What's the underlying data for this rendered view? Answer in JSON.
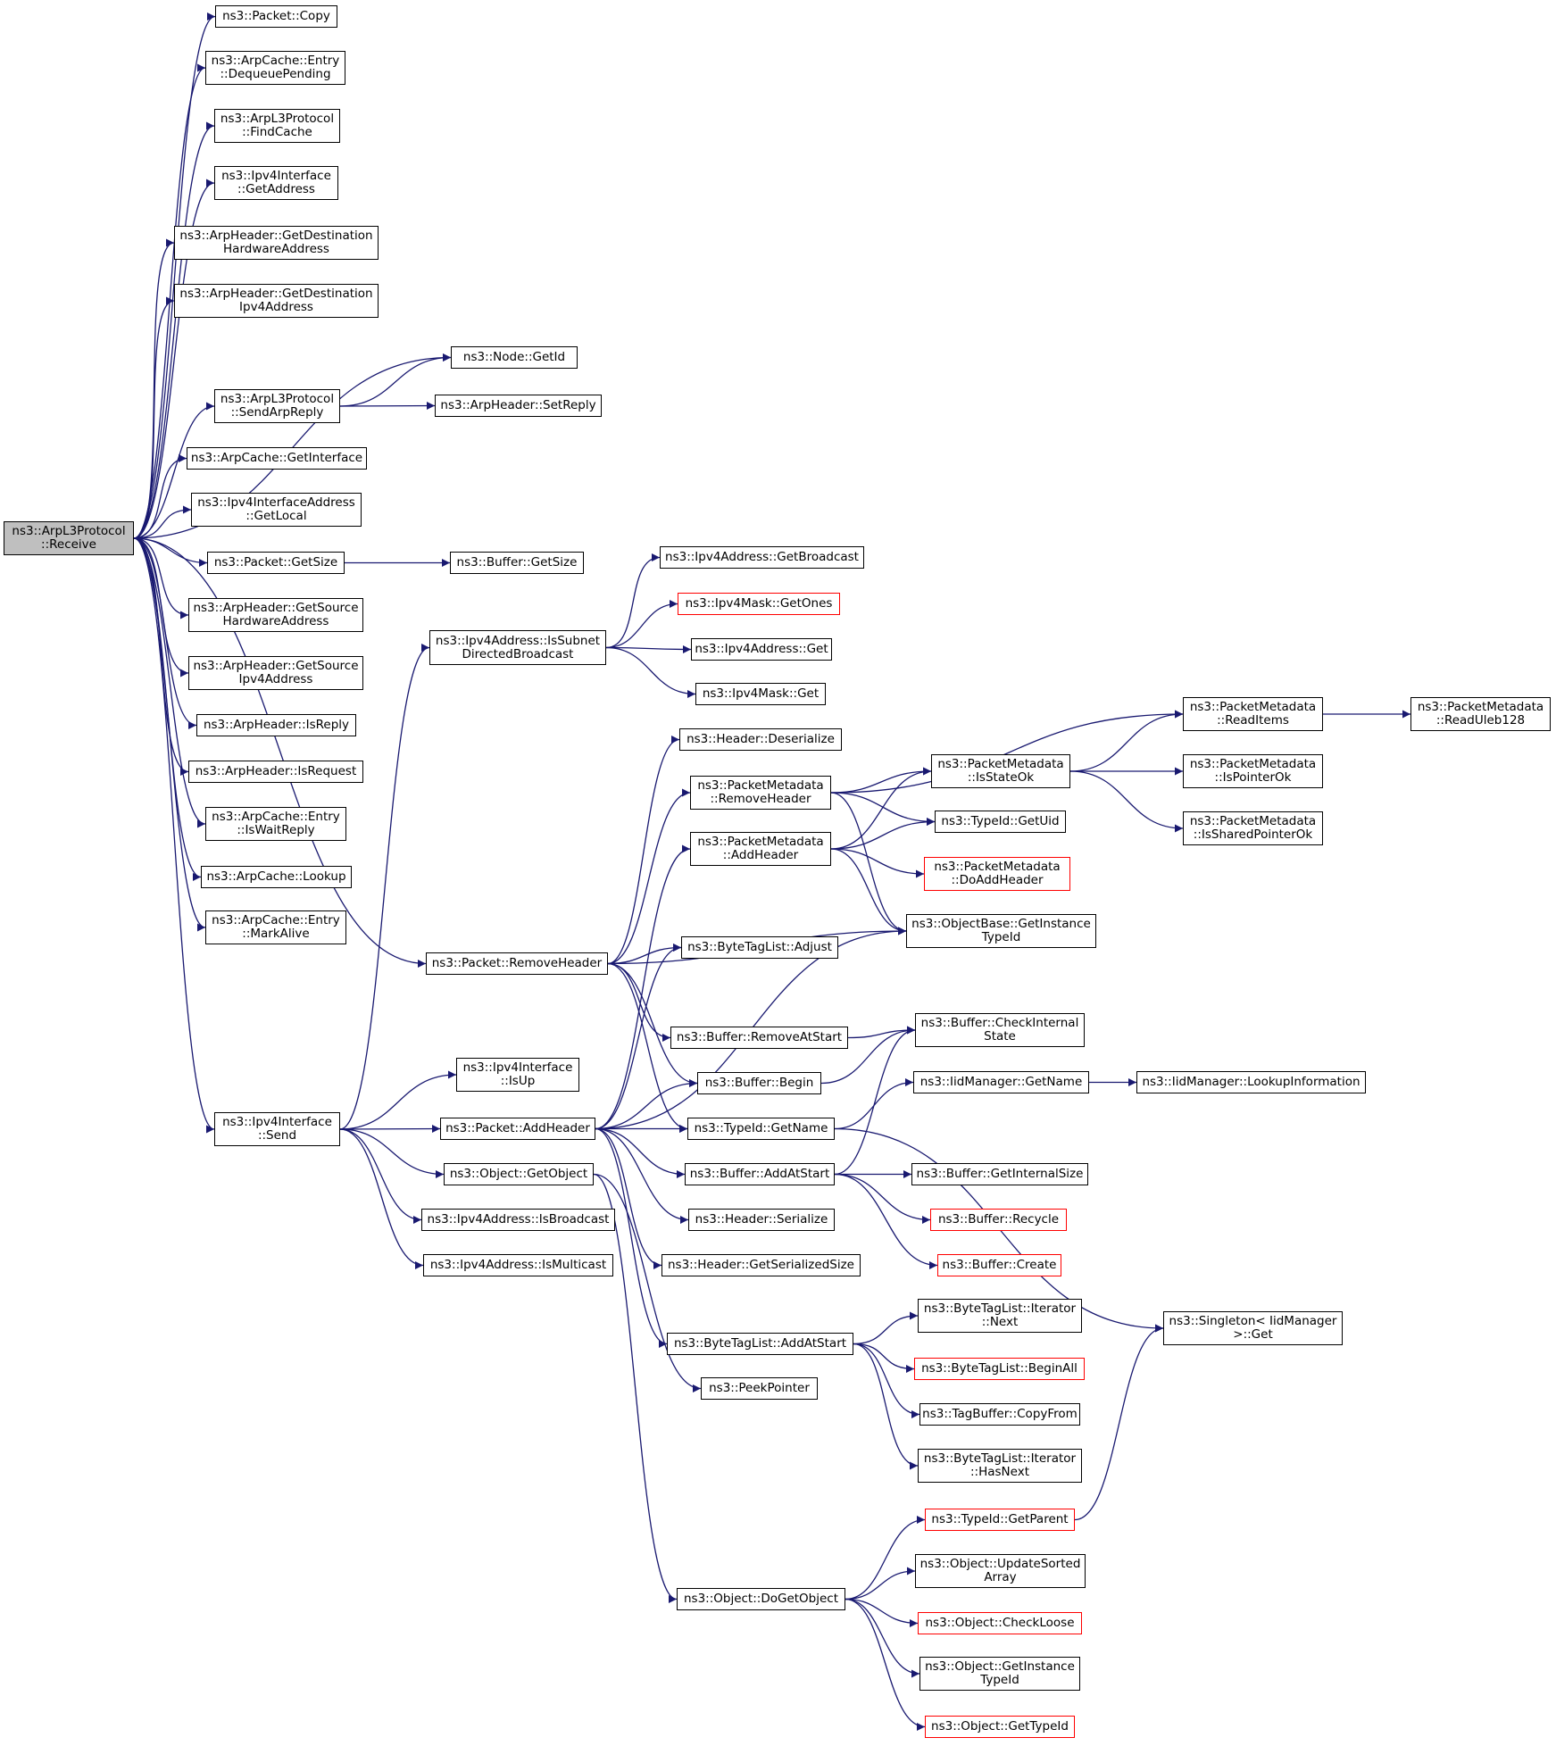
{
  "graph": {
    "edge_color": "#191970",
    "incomplete_border_color": "#ff0000",
    "root_fill_color": "#bfbfbf",
    "nodes": [
      {
        "id": "receive",
        "lines": [
          "ns3::ArpL3Protocol",
          "::Receive"
        ],
        "kind": "root"
      },
      {
        "id": "packet_copy",
        "lines": [
          "ns3::Packet::Copy"
        ]
      },
      {
        "id": "dequeue_pending",
        "lines": [
          "ns3::ArpCache::Entry",
          "::DequeuePending"
        ]
      },
      {
        "id": "find_cache",
        "lines": [
          "ns3::ArpL3Protocol",
          "::FindCache"
        ]
      },
      {
        "id": "ipv4if_getaddress",
        "lines": [
          "ns3::Ipv4Interface",
          "::GetAddress"
        ]
      },
      {
        "id": "get_dest_hw",
        "lines": [
          "ns3::ArpHeader::GetDestination",
          "HardwareAddress"
        ]
      },
      {
        "id": "get_dest_ipv4",
        "lines": [
          "ns3::ArpHeader::GetDestination",
          "Ipv4Address"
        ]
      },
      {
        "id": "node_getid",
        "lines": [
          "ns3::Node::GetId"
        ]
      },
      {
        "id": "send_arp_reply",
        "lines": [
          "ns3::ArpL3Protocol",
          "::SendArpReply"
        ]
      },
      {
        "id": "set_reply",
        "lines": [
          "ns3::ArpHeader::SetReply"
        ]
      },
      {
        "id": "arpcache_getinterface",
        "lines": [
          "ns3::ArpCache::GetInterface"
        ]
      },
      {
        "id": "ifaddr_getlocal",
        "lines": [
          "ns3::Ipv4InterfaceAddress",
          "::GetLocal"
        ]
      },
      {
        "id": "packet_getsize",
        "lines": [
          "ns3::Packet::GetSize"
        ]
      },
      {
        "id": "buffer_getsize",
        "lines": [
          "ns3::Buffer::GetSize"
        ]
      },
      {
        "id": "get_src_hw",
        "lines": [
          "ns3::ArpHeader::GetSource",
          "HardwareAddress"
        ]
      },
      {
        "id": "get_src_ipv4",
        "lines": [
          "ns3::ArpHeader::GetSource",
          "Ipv4Address"
        ]
      },
      {
        "id": "is_reply",
        "lines": [
          "ns3::ArpHeader::IsReply"
        ]
      },
      {
        "id": "is_request",
        "lines": [
          "ns3::ArpHeader::IsRequest"
        ]
      },
      {
        "id": "is_wait_reply",
        "lines": [
          "ns3::ArpCache::Entry",
          "::IsWaitReply"
        ]
      },
      {
        "id": "arpcache_lookup",
        "lines": [
          "ns3::ArpCache::Lookup"
        ]
      },
      {
        "id": "mark_alive",
        "lines": [
          "ns3::ArpCache::Entry",
          "::MarkAlive"
        ]
      },
      {
        "id": "ipv4addr_get_broadcast",
        "lines": [
          "ns3::Ipv4Address::GetBroadcast"
        ]
      },
      {
        "id": "ipv4mask_getones",
        "lines": [
          "ns3::Ipv4Mask::GetOnes"
        ],
        "kind": "red"
      },
      {
        "id": "is_subnet_dbcast",
        "lines": [
          "ns3::Ipv4Address::IsSubnet",
          "DirectedBroadcast"
        ]
      },
      {
        "id": "ipv4addr_get",
        "lines": [
          "ns3::Ipv4Address::Get"
        ]
      },
      {
        "id": "ipv4mask_get",
        "lines": [
          "ns3::Ipv4Mask::Get"
        ]
      },
      {
        "id": "pm_readitems",
        "lines": [
          "ns3::PacketMetadata",
          "::ReadItems"
        ]
      },
      {
        "id": "pm_readuleb",
        "lines": [
          "ns3::PacketMetadata",
          "::ReadUleb128"
        ]
      },
      {
        "id": "header_deserialize",
        "lines": [
          "ns3::Header::Deserialize"
        ]
      },
      {
        "id": "pm_isstateok",
        "lines": [
          "ns3::PacketMetadata",
          "::IsStateOk"
        ]
      },
      {
        "id": "pm_removeheader",
        "lines": [
          "ns3::PacketMetadata",
          "::RemoveHeader"
        ]
      },
      {
        "id": "pm_ispointerok",
        "lines": [
          "ns3::PacketMetadata",
          "::IsPointerOk"
        ]
      },
      {
        "id": "typeid_getuid",
        "lines": [
          "ns3::TypeId::GetUid"
        ]
      },
      {
        "id": "pm_addheader",
        "lines": [
          "ns3::PacketMetadata",
          "::AddHeader"
        ]
      },
      {
        "id": "pm_issharedptrok",
        "lines": [
          "ns3::PacketMetadata",
          "::IsSharedPointerOk"
        ]
      },
      {
        "id": "pm_doaddheader",
        "lines": [
          "ns3::PacketMetadata",
          "::DoAddHeader"
        ],
        "kind": "red"
      },
      {
        "id": "objbase_getinstance",
        "lines": [
          "ns3::ObjectBase::GetInstance",
          "TypeId"
        ]
      },
      {
        "id": "packet_removeheader",
        "lines": [
          "ns3::Packet::RemoveHeader"
        ]
      },
      {
        "id": "btl_adjust",
        "lines": [
          "ns3::ByteTagList::Adjust"
        ]
      },
      {
        "id": "buffer_checkinternal",
        "lines": [
          "ns3::Buffer::CheckInternal",
          "State"
        ]
      },
      {
        "id": "buffer_removeatstart",
        "lines": [
          "ns3::Buffer::RemoveAtStart"
        ]
      },
      {
        "id": "ipv4if_isup",
        "lines": [
          "ns3::Ipv4Interface",
          "::IsUp"
        ]
      },
      {
        "id": "iid_getname",
        "lines": [
          "ns3::IidManager::GetName"
        ]
      },
      {
        "id": "iid_lookupinfo",
        "lines": [
          "ns3::IidManager::LookupInformation"
        ]
      },
      {
        "id": "buffer_begin",
        "lines": [
          "ns3::Buffer::Begin"
        ]
      },
      {
        "id": "ipv4if_send",
        "lines": [
          "ns3::Ipv4Interface",
          "::Send"
        ]
      },
      {
        "id": "packet_addheader",
        "lines": [
          "ns3::Packet::AddHeader"
        ]
      },
      {
        "id": "typeid_getname",
        "lines": [
          "ns3::TypeId::GetName"
        ]
      },
      {
        "id": "object_getobject",
        "lines": [
          "ns3::Object::GetObject"
        ]
      },
      {
        "id": "buffer_addatstart",
        "lines": [
          "ns3::Buffer::AddAtStart"
        ]
      },
      {
        "id": "buffer_getinternalsize",
        "lines": [
          "ns3::Buffer::GetInternalSize"
        ]
      },
      {
        "id": "ipv4addr_isbroadcast",
        "lines": [
          "ns3::Ipv4Address::IsBroadcast"
        ]
      },
      {
        "id": "header_serialize",
        "lines": [
          "ns3::Header::Serialize"
        ]
      },
      {
        "id": "buffer_recycle",
        "lines": [
          "ns3::Buffer::Recycle"
        ],
        "kind": "red"
      },
      {
        "id": "ipv4addr_ismulticast",
        "lines": [
          "ns3::Ipv4Address::IsMulticast"
        ]
      },
      {
        "id": "header_getserialsize",
        "lines": [
          "ns3::Header::GetSerializedSize"
        ]
      },
      {
        "id": "buffer_create",
        "lines": [
          "ns3::Buffer::Create"
        ],
        "kind": "red"
      },
      {
        "id": "btl_iter_next",
        "lines": [
          "ns3::ByteTagList::Iterator",
          "::Next"
        ]
      },
      {
        "id": "singleton_iid_get",
        "lines": [
          "ns3::Singleton< IidManager",
          " >::Get"
        ]
      },
      {
        "id": "btl_addatstart",
        "lines": [
          "ns3::ByteTagList::AddAtStart"
        ]
      },
      {
        "id": "btl_beginall",
        "lines": [
          "ns3::ByteTagList::BeginAll"
        ],
        "kind": "red"
      },
      {
        "id": "peekpointer",
        "lines": [
          "ns3::PeekPointer"
        ]
      },
      {
        "id": "tagbuffer_copyfrom",
        "lines": [
          "ns3::TagBuffer::CopyFrom"
        ]
      },
      {
        "id": "btl_iter_hasnext",
        "lines": [
          "ns3::ByteTagList::Iterator",
          "::HasNext"
        ]
      },
      {
        "id": "typeid_getparent",
        "lines": [
          "ns3::TypeId::GetParent"
        ],
        "kind": "red"
      },
      {
        "id": "object_updatesorted",
        "lines": [
          "ns3::Object::UpdateSorted",
          "Array"
        ]
      },
      {
        "id": "object_dogetobject",
        "lines": [
          "ns3::Object::DoGetObject"
        ]
      },
      {
        "id": "object_checkloose",
        "lines": [
          "ns3::Object::CheckLoose"
        ],
        "kind": "red"
      },
      {
        "id": "object_getinstancetypeid",
        "lines": [
          "ns3::Object::GetInstance",
          "TypeId"
        ]
      },
      {
        "id": "object_gettypeid",
        "lines": [
          "ns3::Object::GetTypeId"
        ],
        "kind": "red"
      }
    ]
  }
}
